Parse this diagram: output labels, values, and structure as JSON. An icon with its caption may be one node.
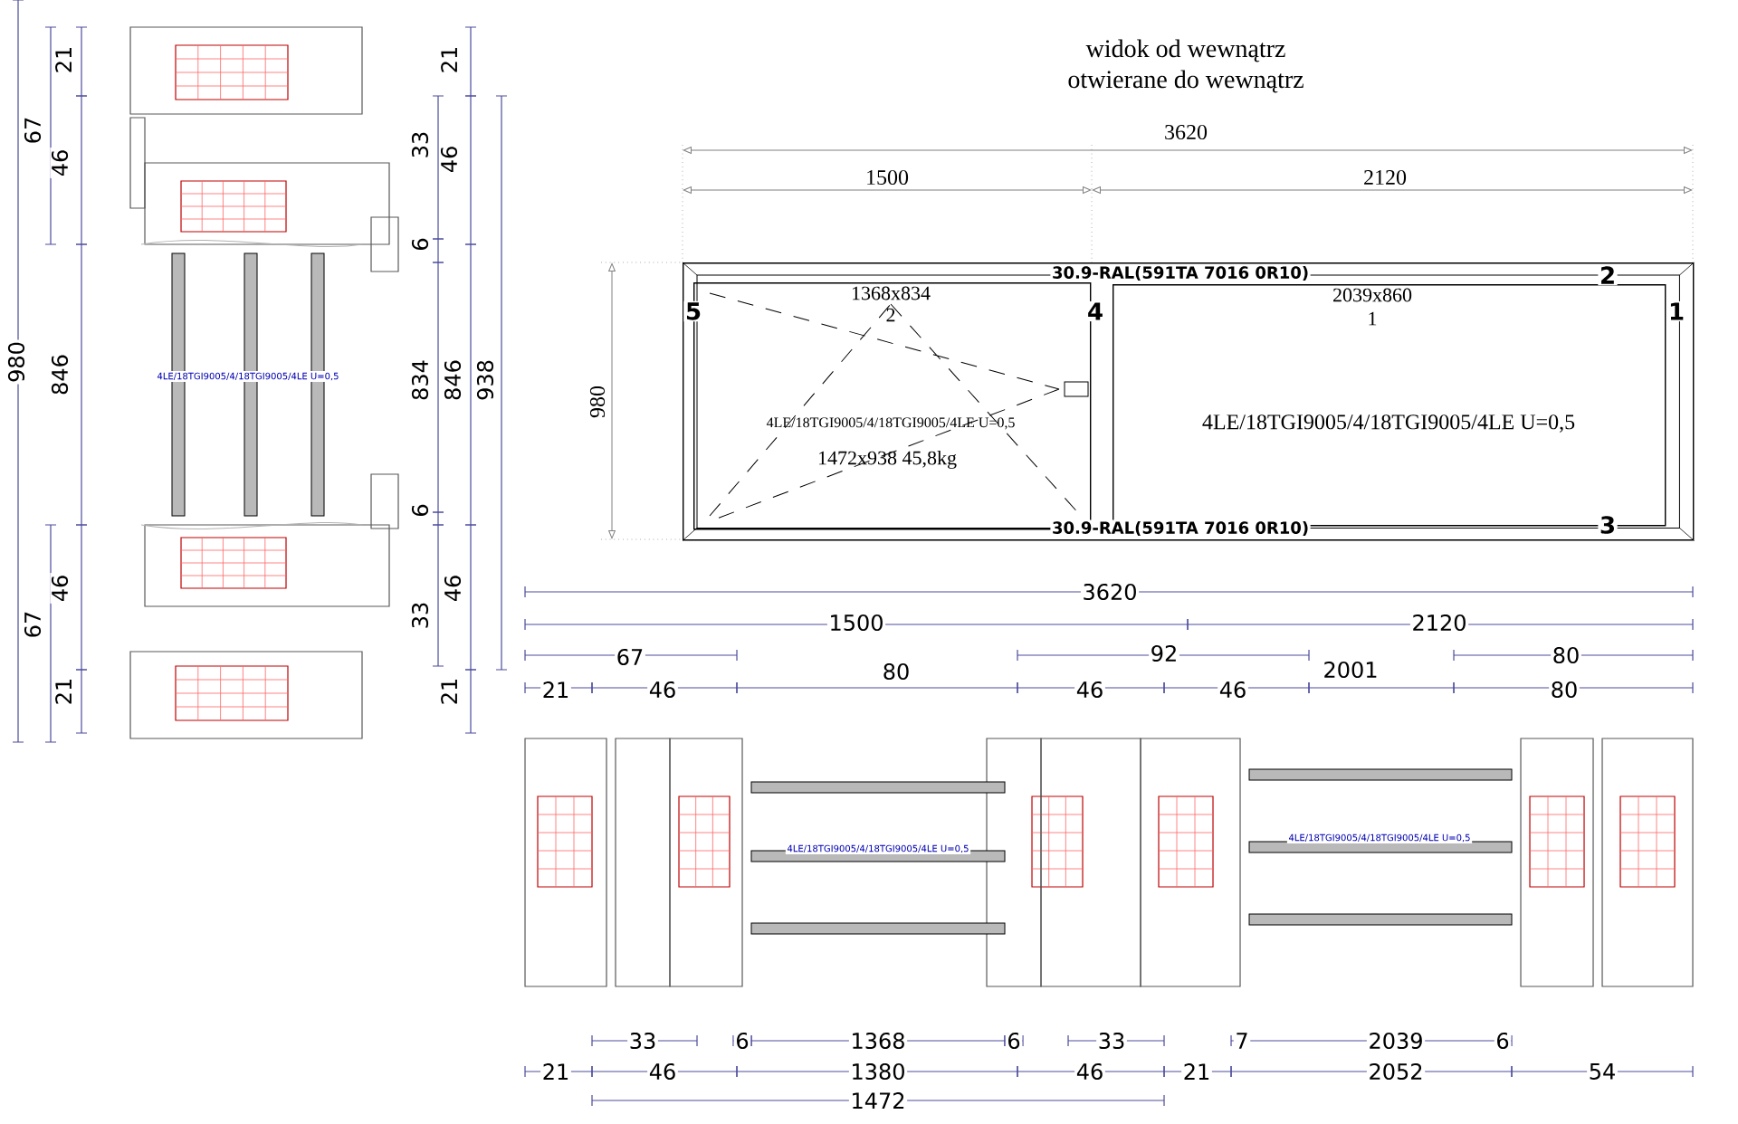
{
  "diagram": {
    "title": "widok od wewnątrz",
    "nodes": [
      {
        "text": [],
        "shape": "box"
      },
      {
        "text": [
          "1368x834",
          "2",
          "4LE/18TGI9005/4/18TGI9005/4LE U=0,5",
          "1472x938 45,8kg"
        ],
        "in": 0
      },
      {
        "text": [
          "2039x860",
          "1",
          "4LE/18TGI9005/4/18TGI9005/4LE U=0,5"
        ],
        "in": 0
      }
    ],
    "labels": [
      "otwierane do wewnątrz",
      "21",
      "67",
      "46",
      "980",
      "846",
      "46",
      "67",
      "21",
      "21",
      "33",
      "46",
      "6",
      "834",
      "846",
      "938",
      "6",
      "33",
      "46",
      "21",
      "4LE/18TGI9005/4/18TGI9005/4LE U=0,5",
      "3620",
      "1500",
      "2120",
      "980",
      "30.9-RAL(591TA 7016 0R10)",
      "30.9-RAL(591TA 7016 0R10)",
      "5",
      "4",
      "2",
      "1",
      "3",
      "3620",
      "1500",
      "2120",
      "67",
      "92",
      "80",
      "21",
      "46",
      "80",
      "46",
      "46",
      "2001",
      "80",
      "4LE/18TGI9005/4/18TGI9005/4LE U=0,5",
      "4LE/18TGI9005/4/18TGI9005/4LE U=0,5",
      "33",
      "6",
      "1368",
      "6",
      "33",
      "7",
      "2039",
      "6",
      "21",
      "46",
      "1380",
      "46",
      "21",
      "2052",
      "54",
      "1472"
    ]
  }
}
